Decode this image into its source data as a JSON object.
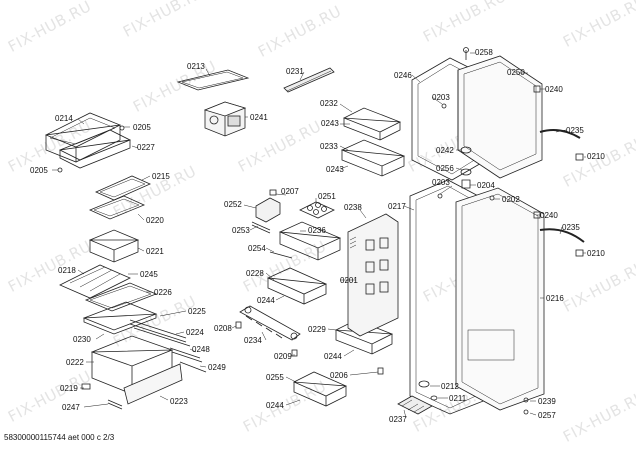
{
  "watermark": "FIX-HUB.RU",
  "footer": "58300000115744 aet 000 c 2/3",
  "labels": {
    "p0213": "0213",
    "p0231": "0231",
    "p0246": "0246",
    "p0258": "0258",
    "p0250": "0250",
    "p0240a": "0240",
    "p0214": "0214",
    "p0205a": "0205",
    "p0227": "0227",
    "p0241": "0241",
    "p0232": "0232",
    "p0203a": "0203",
    "p0235a": "0235",
    "p0243a": "0243",
    "p0233": "0233",
    "p0242": "0242",
    "p0210a": "0210",
    "p0205b": "0205",
    "p0215": "0215",
    "p0243b": "0243",
    "p0256": "0256",
    "p0203b": "0203",
    "p0204": "0204",
    "p0207": "0207",
    "p0251": "0251",
    "p0202": "0202",
    "p0252": "0252",
    "p0238": "0238",
    "p0217": "0217",
    "p0240b": "0240",
    "p0220": "0220",
    "p0253": "0253",
    "p0236": "0236",
    "p0235b": "0235",
    "p0221": "0221",
    "p0254": "0254",
    "p0210b": "0210",
    "p0218": "0218",
    "p0245": "0245",
    "p0228": "0228",
    "p0201": "0201",
    "p0216": "0216",
    "p0226": "0226",
    "p0244a": "0244",
    "p0225": "0225",
    "p0208": "0208",
    "p0229": "0229",
    "p0230": "0230",
    "p0224": "0224",
    "p0234": "0234",
    "p0248": "0248",
    "p0209": "0209",
    "p0244b": "0244",
    "p0222": "0222",
    "p0249": "0249",
    "p0206": "0206",
    "p0255": "0255",
    "p0212": "0212",
    "p0219": "0219",
    "p0211": "0211",
    "p0239": "0239",
    "p0247": "0247",
    "p0223": "0223",
    "p0244c": "0244",
    "p0237": "0237",
    "p0257": "0257"
  }
}
